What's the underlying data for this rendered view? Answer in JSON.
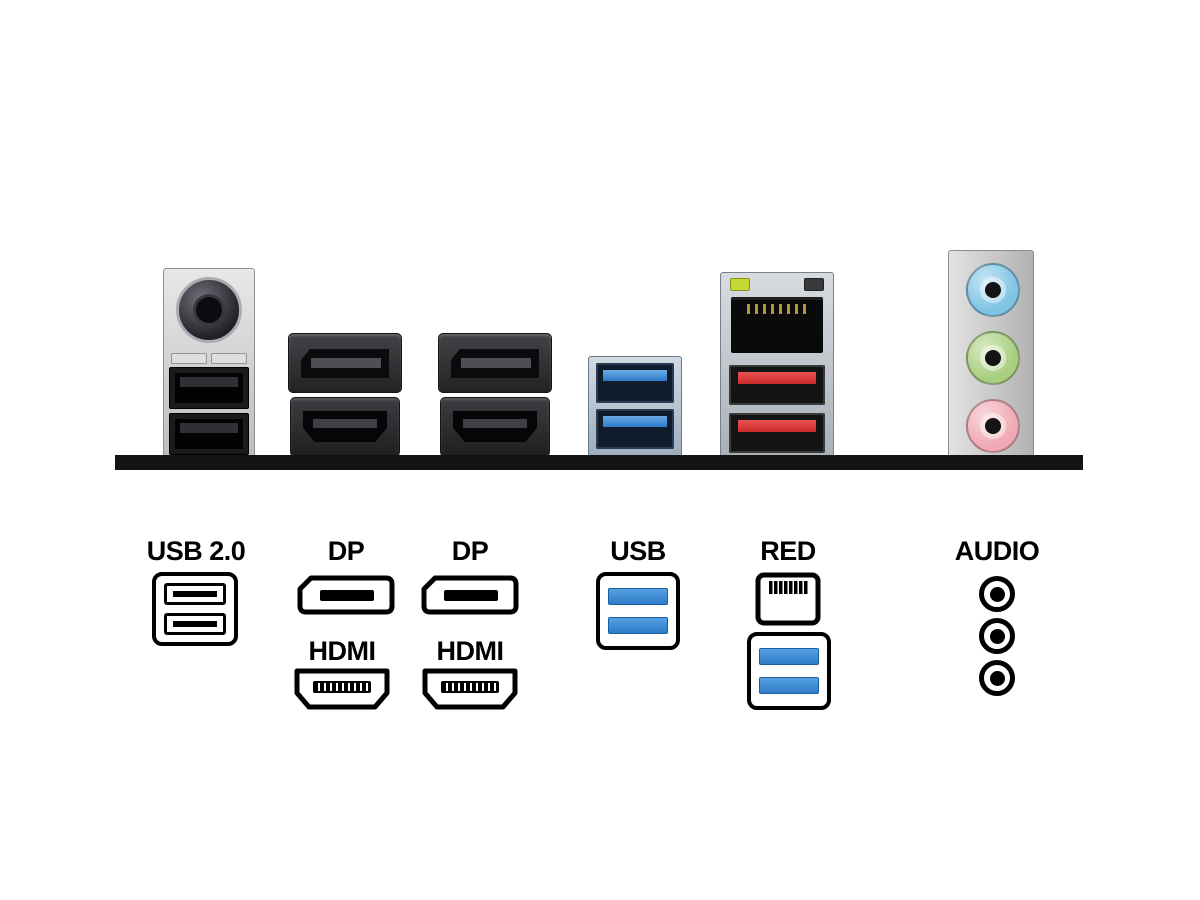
{
  "colors": {
    "usb3_blue": "#2e7cc9",
    "red_usb": "#cd2a2a",
    "jack_line_in": "#7fc4e4",
    "jack_line_out": "#a8cf7e",
    "jack_mic": "#f0a9b4",
    "io_bar": "#141414"
  },
  "photo": {
    "ports": [
      {
        "name": "ps2-port"
      },
      {
        "name": "usb2-port"
      },
      {
        "name": "usb2-port"
      },
      {
        "name": "displayport-port"
      },
      {
        "name": "hdmi-port"
      },
      {
        "name": "displayport-port"
      },
      {
        "name": "hdmi-port"
      },
      {
        "name": "usb3-port"
      },
      {
        "name": "usb3-port"
      },
      {
        "name": "ethernet-port"
      },
      {
        "name": "red-usb-port"
      },
      {
        "name": "red-usb-port"
      },
      {
        "name": "audio-jack-line-in"
      },
      {
        "name": "audio-jack-line-out"
      },
      {
        "name": "audio-jack-mic"
      }
    ]
  },
  "legend": {
    "groups": [
      {
        "id": "usb-2-0",
        "label": "USB 2.0",
        "icon": "usb2-dual-port-icon"
      },
      {
        "id": "dp-1",
        "label": "DP",
        "icon": "displayport-icon"
      },
      {
        "id": "dp-2",
        "label": "DP",
        "icon": "displayport-icon"
      },
      {
        "id": "hdmi-1",
        "label": "HDMI",
        "icon": "hdmi-icon"
      },
      {
        "id": "hdmi-2",
        "label": "HDMI",
        "icon": "hdmi-icon"
      },
      {
        "id": "usb",
        "label": "USB",
        "icon": "usb3-dual-port-icon"
      },
      {
        "id": "red",
        "label": "RED",
        "icon": "ethernet-and-usb3-icon"
      },
      {
        "id": "audio",
        "label": "AUDIO",
        "icon": "audio-jacks-icon"
      }
    ]
  }
}
